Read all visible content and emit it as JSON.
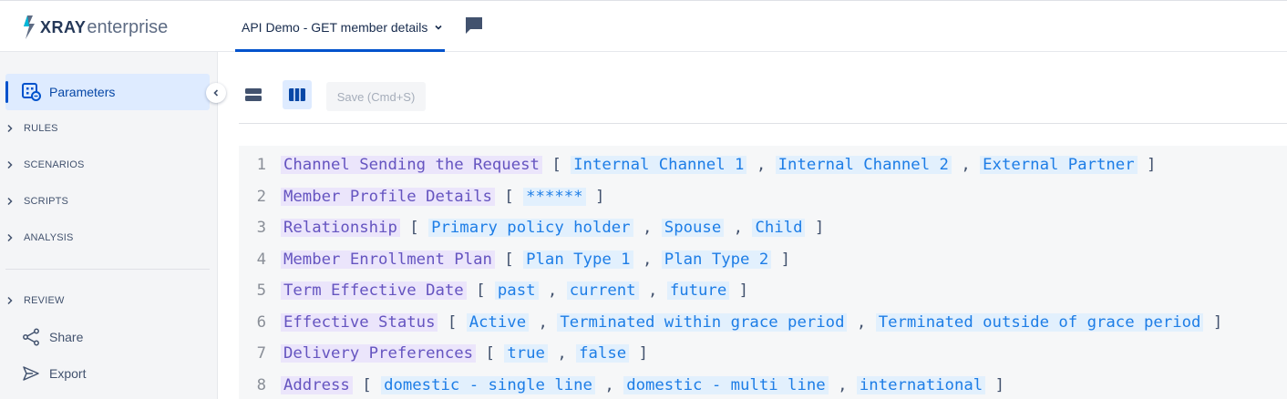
{
  "app": {
    "logo_bold": "XRAY",
    "logo_light": "enterprise"
  },
  "document_tab": {
    "label": "API Demo - GET member details"
  },
  "sidebar": {
    "active_item": "Parameters",
    "sections": [
      "RULES",
      "SCENARIOS",
      "SCRIPTS",
      "ANALYSIS",
      "REVIEW"
    ],
    "actions": [
      "Share",
      "Export"
    ]
  },
  "toolbar": {
    "save_label": "Save (Cmd+S)"
  },
  "editor": {
    "lines": [
      {
        "num": "1",
        "param": "Channel Sending the Request",
        "values": [
          "Internal Channel 1",
          "Internal Channel 2",
          "External Partner"
        ]
      },
      {
        "num": "2",
        "param": "Member Profile Details",
        "values": [
          "******"
        ]
      },
      {
        "num": "3",
        "param": "Relationship",
        "values": [
          "Primary policy holder",
          "Spouse",
          "Child"
        ]
      },
      {
        "num": "4",
        "param": "Member Enrollment Plan",
        "values": [
          "Plan Type 1",
          "Plan Type 2"
        ]
      },
      {
        "num": "5",
        "param": "Term Effective Date",
        "values": [
          "past",
          "current",
          "future"
        ]
      },
      {
        "num": "6",
        "param": "Effective Status",
        "values": [
          "Active",
          "Terminated within grace period",
          "Terminated outside of grace period"
        ]
      },
      {
        "num": "7",
        "param": "Delivery Preferences",
        "values": [
          "true",
          "false"
        ]
      },
      {
        "num": "8",
        "param": "Address",
        "values": [
          "domestic - single line",
          "domestic - multi line",
          "international"
        ]
      }
    ]
  },
  "colors": {
    "accent": "#0052cc",
    "param_text": "#6554c0",
    "value_text": "#1d7de6"
  },
  "icons": [
    "bolt-logo-icon",
    "chevron-down-icon",
    "comment-icon",
    "parameters-icon",
    "collapse-chevron-icon",
    "chevron-right-icon",
    "share-icon",
    "export-icon",
    "split-horizontal-icon",
    "split-vertical-icon"
  ]
}
